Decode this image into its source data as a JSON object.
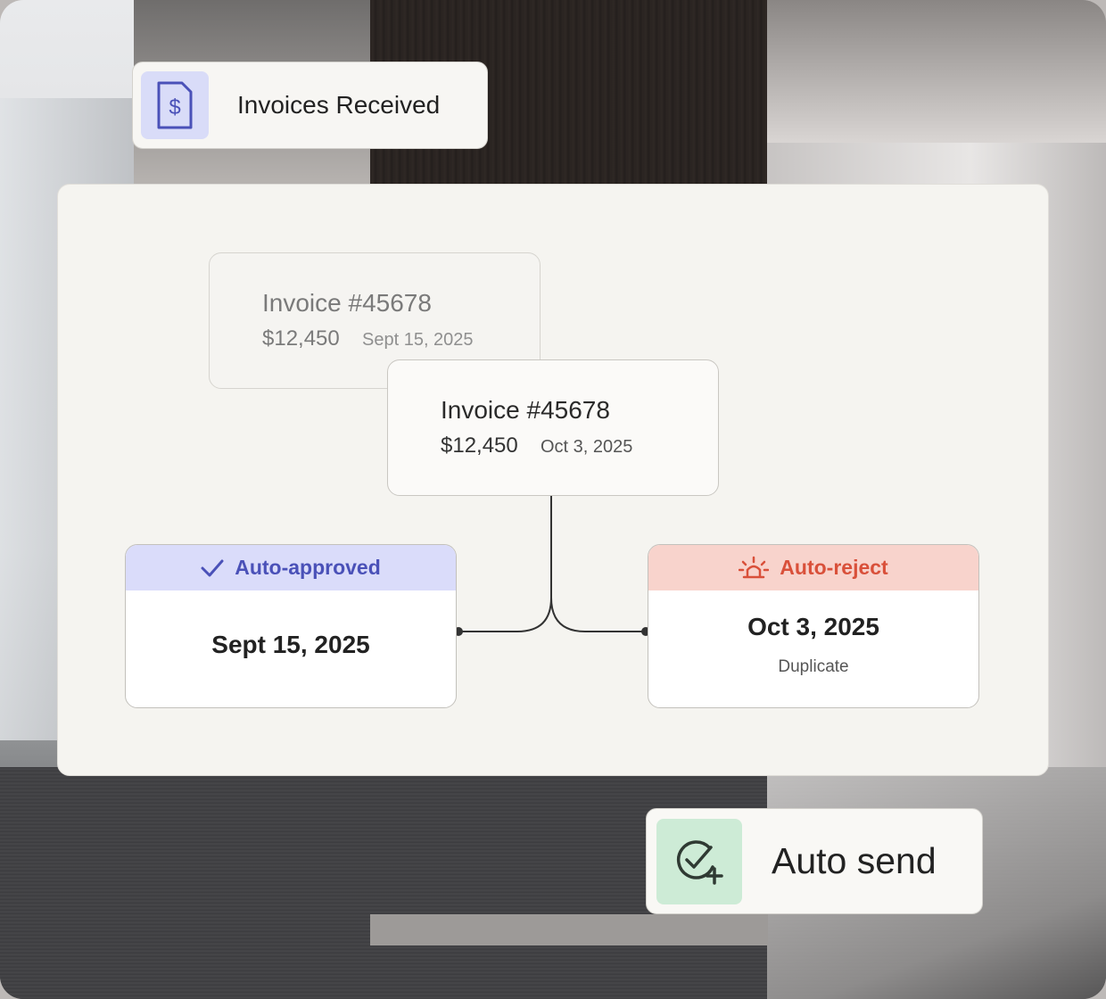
{
  "tags": {
    "received_label": "Invoices Received",
    "send_label": "Auto send"
  },
  "invoices": [
    {
      "title": "Invoice #45678",
      "amount": "$12,450",
      "date": "Sept 15, 2025"
    },
    {
      "title": "Invoice #45678",
      "amount": "$12,450",
      "date": "Oct 3, 2025"
    }
  ],
  "results": {
    "approved": {
      "header": "Auto-approved",
      "date": "Sept 15, 2025"
    },
    "rejected": {
      "header": "Auto-reject",
      "date": "Oct 3, 2025",
      "reason": "Duplicate"
    }
  },
  "colors": {
    "approved_accent": "#4a51b8",
    "rejected_accent": "#d9503a",
    "send_accent": "#cdebd6",
    "received_accent": "#d9dcf8"
  },
  "icons": {
    "received": "invoice-dollar-icon",
    "approved": "checkmark-icon",
    "rejected": "alarm-siren-icon",
    "send": "check-circle-plus-icon"
  }
}
